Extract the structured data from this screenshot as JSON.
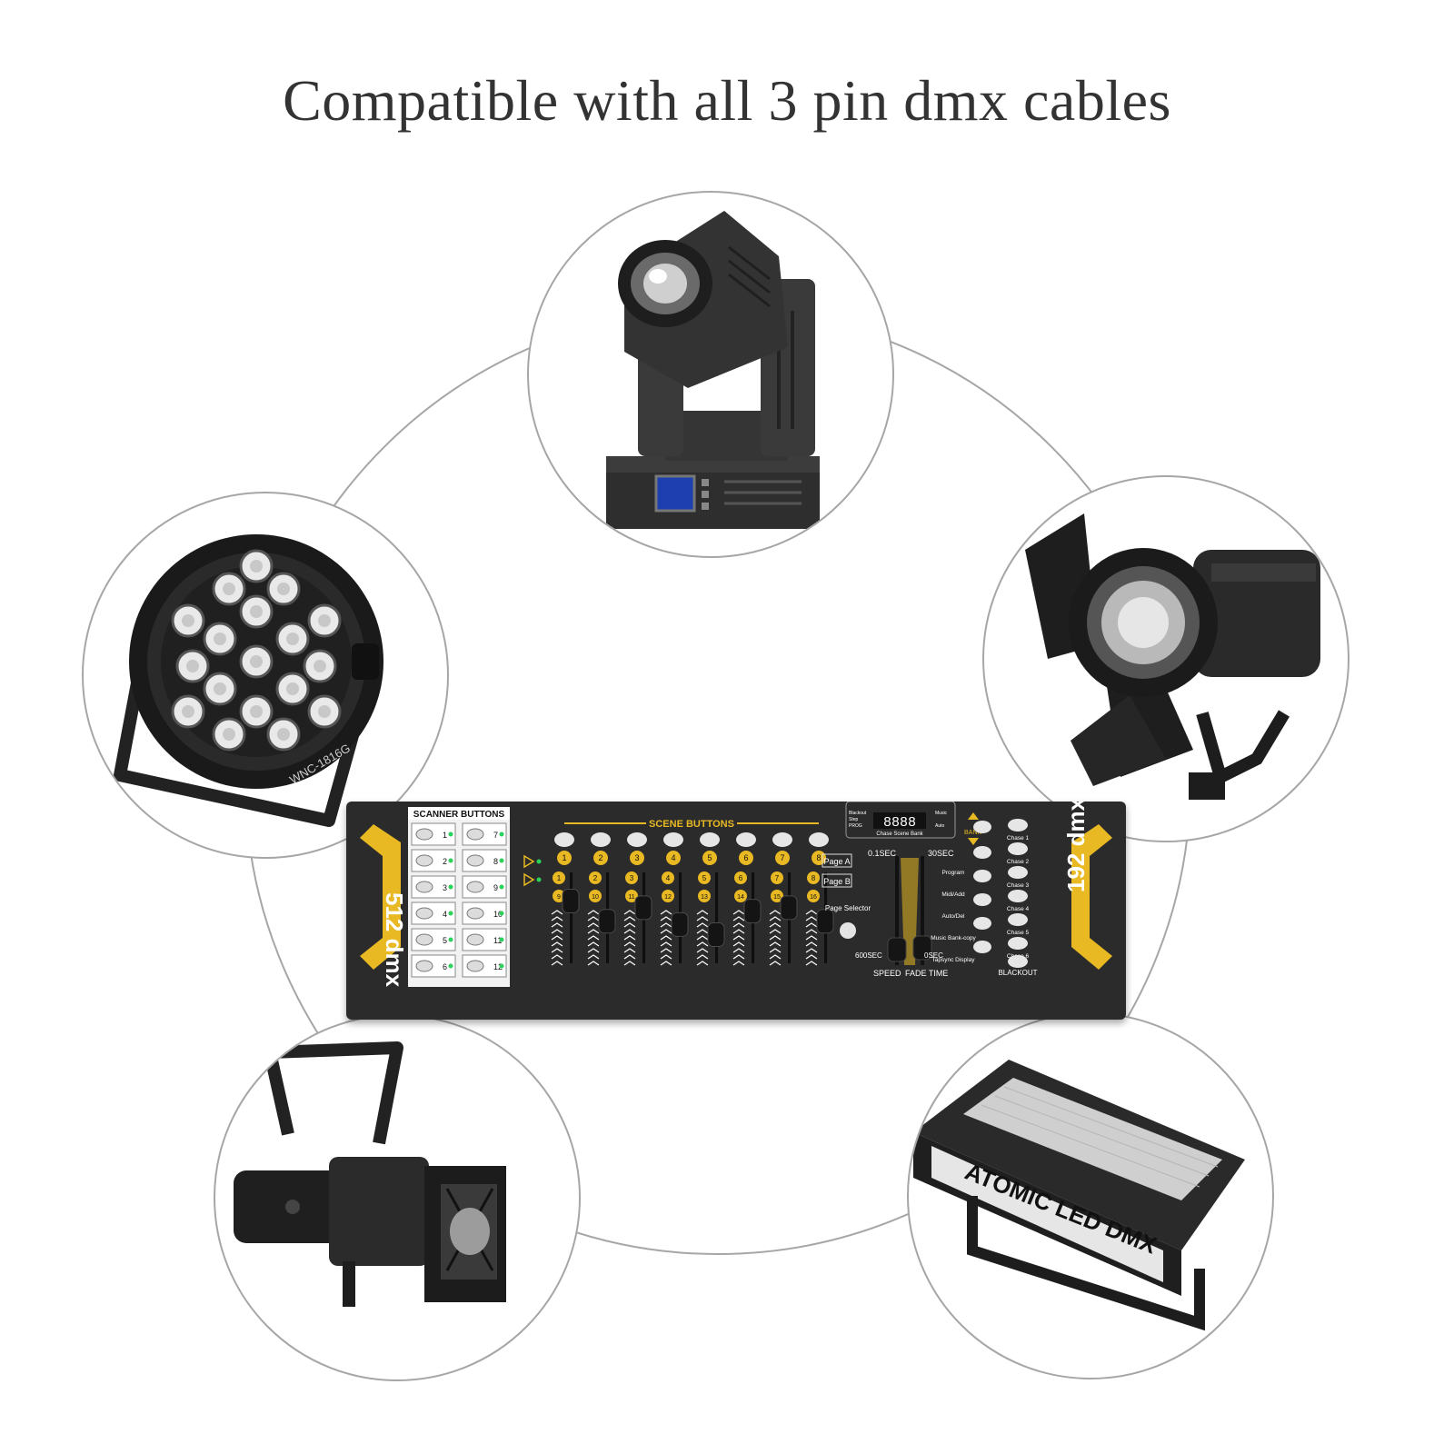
{
  "headline": "Compatible with all 3 pin dmx cables",
  "fixtures": [
    {
      "id": "moving-head",
      "icon": "moving-head-light"
    },
    {
      "id": "led-par",
      "icon": "led-par-light",
      "model_text": "WNC-1816G"
    },
    {
      "id": "fresnel",
      "icon": "fresnel-barndoor-light"
    },
    {
      "id": "profile",
      "icon": "ellipsoidal-profile-light"
    },
    {
      "id": "strobe",
      "icon": "strobe-light",
      "brand_text": "ATOMIC LED DMX"
    }
  ],
  "console": {
    "left_logo": "512 dmx",
    "right_logo": "192 dmx",
    "scanner_title": "SCANNER BUTTONS",
    "scene_title": "SCENE BUTTONS",
    "scanner_numbers": [
      "1",
      "2",
      "3",
      "4",
      "5",
      "6",
      "7",
      "8",
      "9",
      "10",
      "11",
      "12"
    ],
    "scene_numbers": [
      "1",
      "2",
      "3",
      "4",
      "5",
      "6",
      "7",
      "8"
    ],
    "fader_top_numbers": [
      "1",
      "2",
      "3",
      "4",
      "5",
      "6",
      "7",
      "8"
    ],
    "fader_bottom_numbers": [
      "9",
      "10",
      "11",
      "12",
      "13",
      "14",
      "15",
      "16"
    ],
    "page_a": "Page A",
    "page_b": "Page B",
    "page_selector": "Page Selector",
    "speed_top": "0.1SEC",
    "speed_bottom": "600SEC",
    "fade_top": "30SEC",
    "fade_bottom": "0SEC",
    "speed_label": "SPEED",
    "fade_label": "FADE TIME",
    "display_digits": "8888",
    "display_caption": "Chase Scene Bank",
    "display_left": [
      "Blackout",
      "Step",
      "PROG"
    ],
    "display_right": [
      "Music",
      "Auto"
    ],
    "bank_label": "BANK",
    "function_labels": [
      "Program",
      "Midi/Add",
      "Auto/Del",
      "Music Bank-copy",
      "Tapsync Display"
    ],
    "chase_labels": [
      "Chase 1",
      "Chase 2",
      "Chase 3",
      "Chase 4",
      "Chase 5",
      "Chase 6"
    ],
    "blackout_label": "BLACKOUT"
  },
  "colors": {
    "accent": "#e8b923",
    "panel": "#2b2b2b",
    "circle": "#a6a6a6"
  }
}
